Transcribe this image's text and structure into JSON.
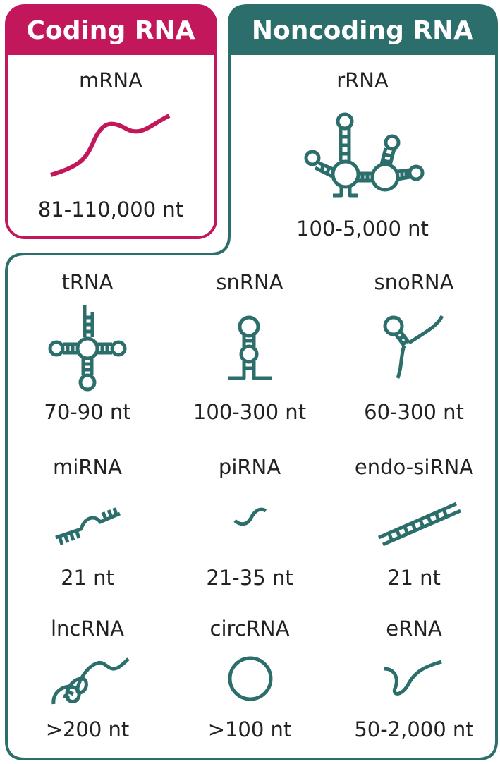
{
  "colors": {
    "coding": "#c2185b",
    "noncoding": "#2b6e6b"
  },
  "coding": {
    "header": "Coding RNA",
    "item": {
      "name": "mRNA",
      "length": "81-110,000 nt",
      "icon": "mrna-strand-icon"
    }
  },
  "noncoding": {
    "header": "Noncoding RNA",
    "rrna": {
      "name": "rRNA",
      "length": "100-5,000 nt",
      "icon": "rrna-structure-icon"
    },
    "grid": [
      {
        "name": "tRNA",
        "length": "70-90 nt",
        "icon": "trna-cloverleaf-icon"
      },
      {
        "name": "snRNA",
        "length": "100-300 nt",
        "icon": "snrna-hairpin-icon"
      },
      {
        "name": "snoRNA",
        "length": "60-300 nt",
        "icon": "snorna-loop-icon"
      },
      {
        "name": "miRNA",
        "length": "21 nt",
        "icon": "mirna-duplex-icon"
      },
      {
        "name": "piRNA",
        "length": "21-35 nt",
        "icon": "pirna-strand-icon"
      },
      {
        "name": "endo-siRNA",
        "length": "21 nt",
        "icon": "endo-sirna-duplex-icon"
      },
      {
        "name": "lncRNA",
        "length": ">200 nt",
        "icon": "lncrna-folded-icon"
      },
      {
        "name": "circRNA",
        "length": ">100 nt",
        "icon": "circrna-ring-icon"
      },
      {
        "name": "eRNA",
        "length": "50-2,000 nt",
        "icon": "erna-strand-icon"
      }
    ]
  }
}
